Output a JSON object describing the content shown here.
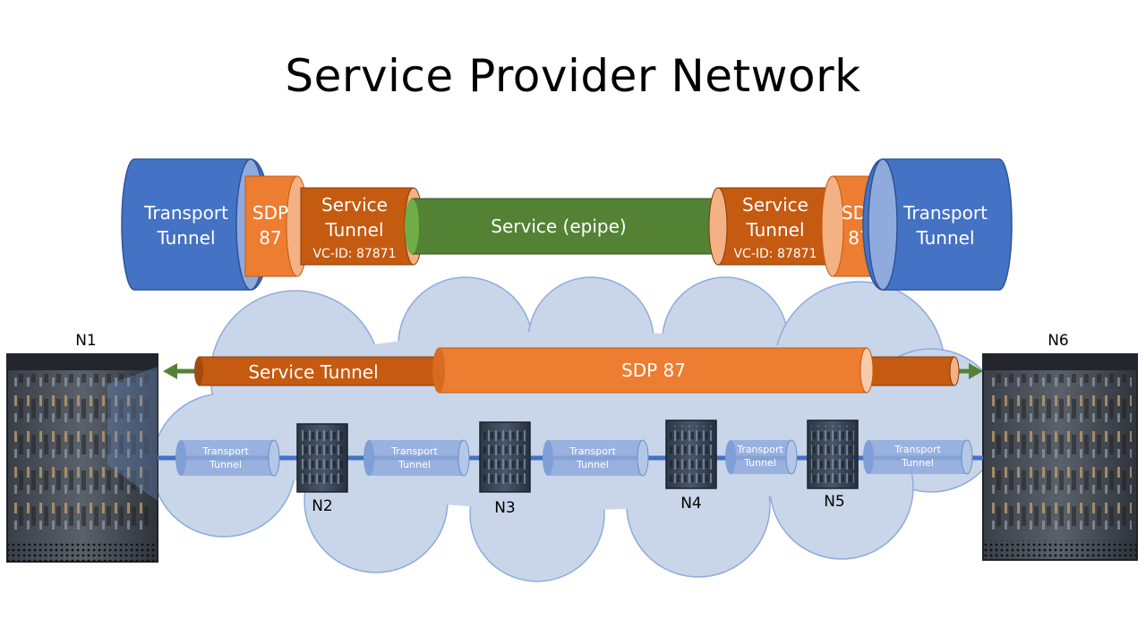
{
  "title": "Service Provider Network",
  "top_stack": {
    "transport_tunnel": "Transport Tunnel",
    "sdp": "SDP 87",
    "service_tunnel": "Service Tunnel",
    "vc_id": "VC-ID: 87871",
    "service": "Service (epipe)"
  },
  "cloud": {
    "service_tunnel_label": "Service Tunnel",
    "sdp_label": "SDP 87",
    "transport_tunnel_label": "Transport Tunnel"
  },
  "nodes": [
    "N1",
    "N2",
    "N3",
    "N4",
    "N5",
    "N6"
  ],
  "colors": {
    "transport": "#4472c4",
    "sdp": "#ed7d31",
    "service_tunnel": "#c55a11",
    "service": "#548235",
    "cloud": "#c9d6ea",
    "link": "#4472c4",
    "arrow": "#548235"
  }
}
